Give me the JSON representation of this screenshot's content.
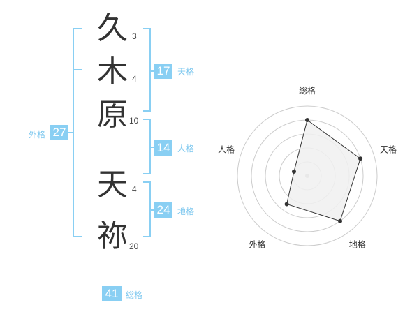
{
  "name_chars": [
    {
      "char": "久",
      "strokes": "3"
    },
    {
      "char": "木",
      "strokes": "4"
    },
    {
      "char": "原",
      "strokes": "10"
    },
    {
      "char": "天",
      "strokes": "4"
    },
    {
      "char": "祢",
      "strokes": "20"
    }
  ],
  "fortunes": {
    "tenkaku": {
      "value": "17",
      "label": "天格"
    },
    "jinkaku": {
      "value": "14",
      "label": "人格"
    },
    "chikaku": {
      "value": "24",
      "label": "地格"
    },
    "gaikaku": {
      "value": "27",
      "label": "外格"
    },
    "soukaku": {
      "value": "41",
      "label": "総格"
    }
  },
  "chart_data": {
    "type": "radar",
    "axes": [
      "総格",
      "天格",
      "地格",
      "外格",
      "人格"
    ],
    "values": [
      4,
      4,
      4,
      2.5,
      1
    ],
    "max": 5,
    "colors": {
      "fill": "#f0f0f0",
      "stroke": "#333333",
      "grid": "#cccccc",
      "center": "#bbbbbb"
    }
  },
  "colors": {
    "accent": "#89cff3",
    "label": "#7ec8ef"
  }
}
